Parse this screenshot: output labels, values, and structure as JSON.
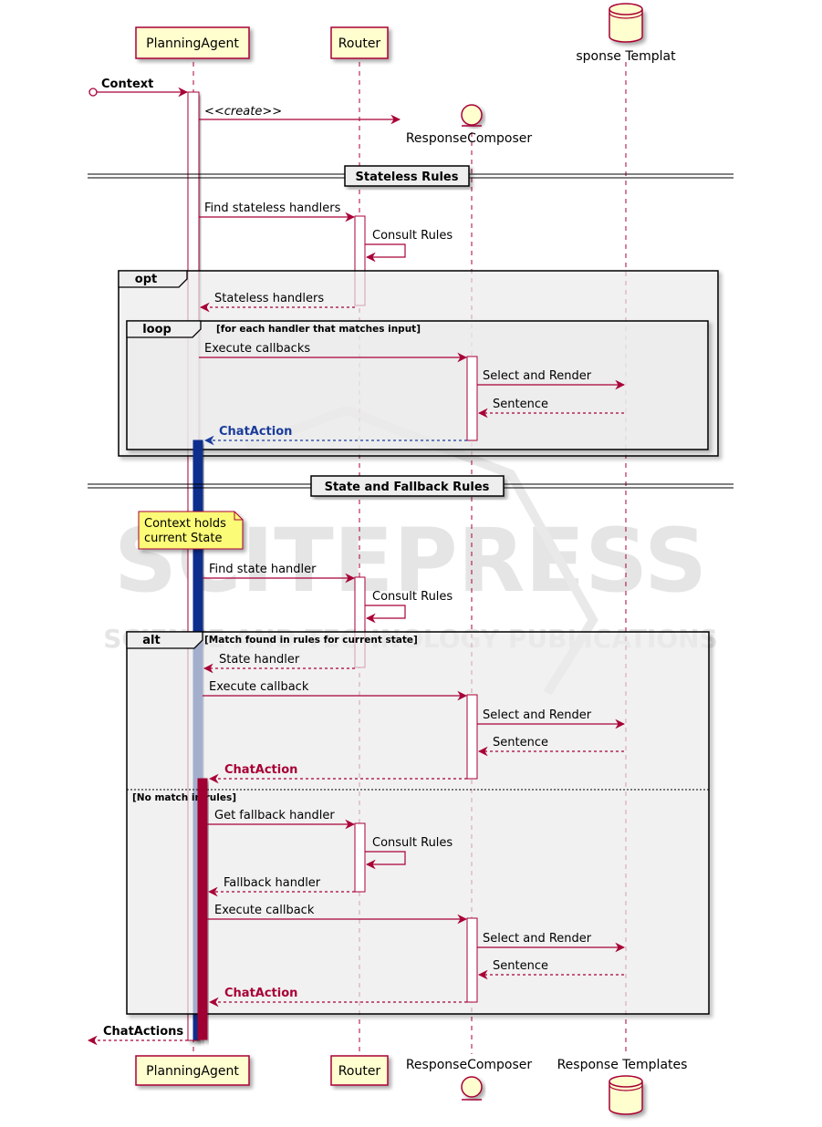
{
  "participants": {
    "planning_agent": "PlanningAgent",
    "router": "Router",
    "response_composer": "ResponseComposer",
    "response_templates_top": "sponse Templat",
    "response_templates_bottom": "Response Templates"
  },
  "messages": {
    "context": "Context",
    "create": "<<create>>",
    "find_stateless": "Find stateless handlers",
    "consult_rules_1": "Consult Rules",
    "stateless_handlers": "Stateless handlers",
    "execute_callbacks": "Execute callbacks",
    "select_render_1": "Select and Render",
    "sentence_1": "Sentence",
    "chataction_1": "ChatAction",
    "find_state_handler": "Find state handler",
    "consult_rules_2": "Consult Rules",
    "state_handler": "State handler",
    "execute_callback_1": "Execute callback",
    "select_render_2": "Select and Render",
    "sentence_2": "Sentence",
    "chataction_2": "ChatAction",
    "get_fallback": "Get fallback handler",
    "consult_rules_3": "Consult Rules",
    "fallback_handler": "Fallback handler",
    "execute_callback_2": "Execute callback",
    "select_render_3": "Select and Render",
    "sentence_3": "Sentence",
    "chataction_3": "ChatAction",
    "chatactions": "ChatActions"
  },
  "dividers": {
    "stateless_rules": "Stateless Rules",
    "state_fallback_rules": "State and Fallback Rules"
  },
  "fragments": {
    "opt_label": "opt",
    "loop_label": "loop",
    "loop_guard": "[for each handler that matches input]",
    "alt_label": "alt",
    "alt_guard": "[Match found in rules for current state]",
    "else_guard": "[No match in rules]"
  },
  "note": {
    "line1": "Context holds",
    "line2": "current State"
  },
  "watermark": {
    "big": "SCITEPRESS",
    "small": "SCIENCE AND TECHNOLOGY PUBLICATIONS"
  },
  "colors": {
    "arrow": "#A80036",
    "participant_fill": "#FEFECE",
    "chataction_blue": "#1A3C9A",
    "chataction_red": "#A80036",
    "activation_blue": "#0B2E8C",
    "activation_red": "#A00030",
    "note_fill": "#FBFB77"
  }
}
